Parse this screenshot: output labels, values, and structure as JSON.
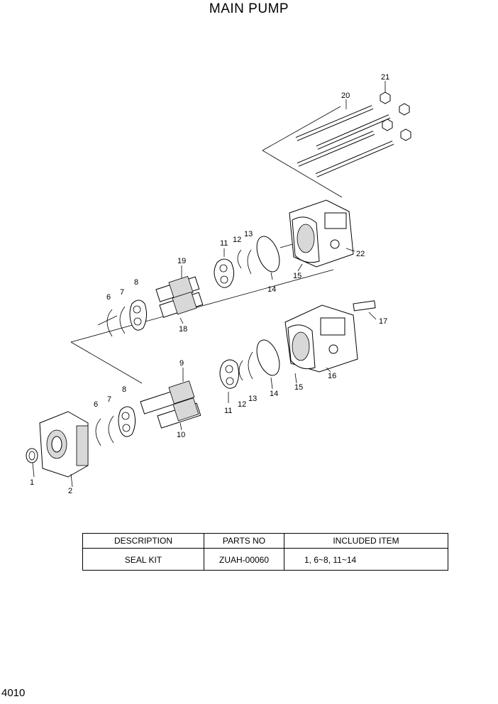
{
  "title": "MAIN PUMP",
  "page_number": "4010",
  "callouts": {
    "c1": "1",
    "c2": "2",
    "c6a": "6",
    "c7a": "7",
    "c8a": "8",
    "c6b": "6",
    "c7b": "7",
    "c8b": "8",
    "c9": "9",
    "c10": "10",
    "c11a": "11",
    "c12a": "12",
    "c13a": "13",
    "c14a": "14",
    "c15a": "15",
    "c16": "16",
    "c17": "17",
    "c11b": "11",
    "c12b": "12",
    "c13b": "13",
    "c14b": "14",
    "c15b": "15",
    "c18": "18",
    "c19": "19",
    "c20": "20",
    "c21": "21",
    "c22": "22"
  },
  "table": {
    "headers": [
      "DESCRIPTION",
      "PARTS NO",
      "INCLUDED ITEM"
    ],
    "rows": [
      [
        "SEAL KIT",
        "ZUAH-00060",
        "1, 6~8, 11~14"
      ]
    ]
  }
}
